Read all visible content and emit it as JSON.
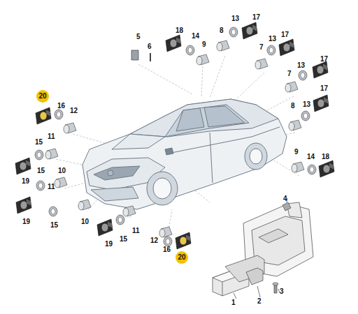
{
  "diagram": {
    "nodes": [
      {
        "text": [
          "20"
        ]
      },
      {
        "text": [
          "20"
        ]
      }
    ],
    "labels": [
      "5",
      "6",
      "18",
      "14",
      "9",
      "8",
      "13",
      "17",
      "13",
      "17",
      "7",
      "17",
      "13",
      "7",
      "17",
      "13",
      "8",
      "16",
      "12",
      "11",
      "15",
      "15",
      "10",
      "9",
      "14",
      "18",
      "19",
      "11",
      "4",
      "19",
      "15",
      "10",
      "19",
      "15",
      "11",
      "12",
      "16",
      "3",
      "2",
      "1"
    ]
  }
}
